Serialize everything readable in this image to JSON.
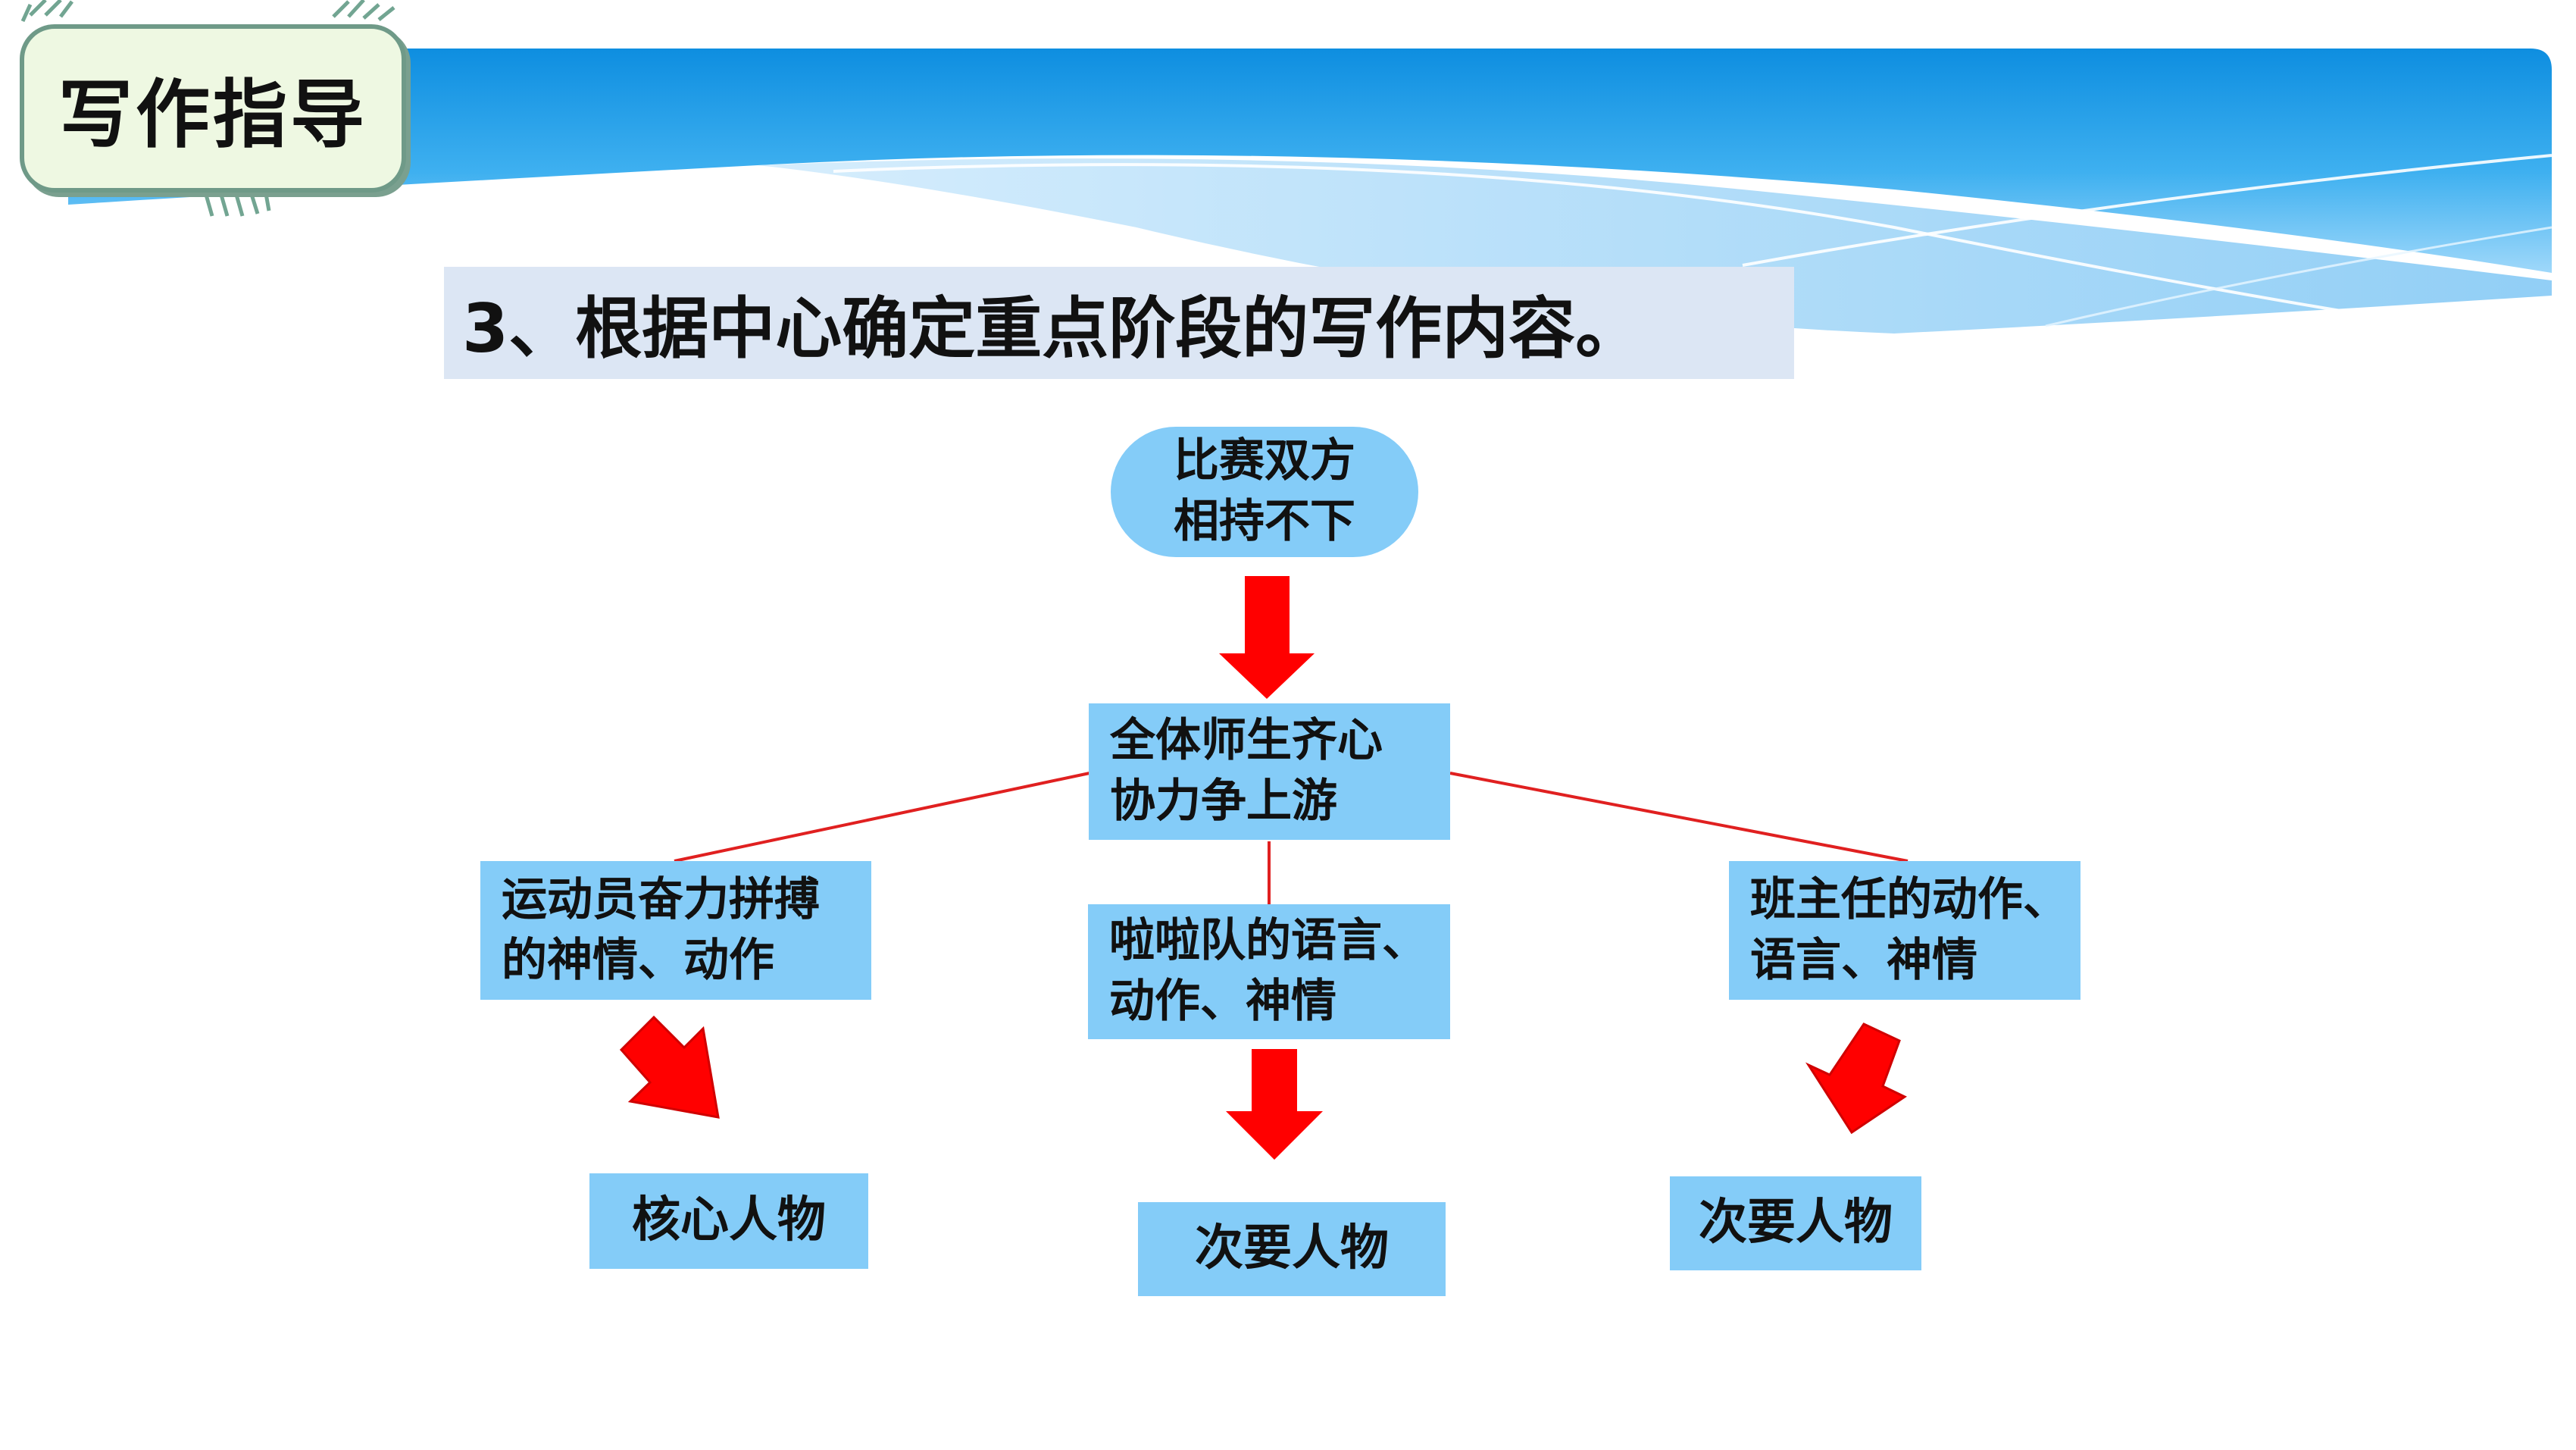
{
  "header": {
    "tag_label": "写作指导"
  },
  "heading": {
    "text": "3、根据中心确定重点阶段的写作内容。"
  },
  "diagram": {
    "start": {
      "text": "比赛双方\n相持不下"
    },
    "climax": {
      "text": "全体师生齐心\n协力争上游"
    },
    "branches": [
      {
        "detail": "运动员奋力拼搏\n的神情、动作",
        "role": "核心人物"
      },
      {
        "detail": "啦啦队的语言、\n动作、神情",
        "role": "次要人物"
      },
      {
        "detail": "班主任的动作、\n语言、神情",
        "role": "次要人物"
      }
    ]
  },
  "colors": {
    "banner_blue": "#1397e2",
    "box_fill": "#84ccf8",
    "arrow_red": "#ff0000",
    "connector_red": "#e02020"
  }
}
